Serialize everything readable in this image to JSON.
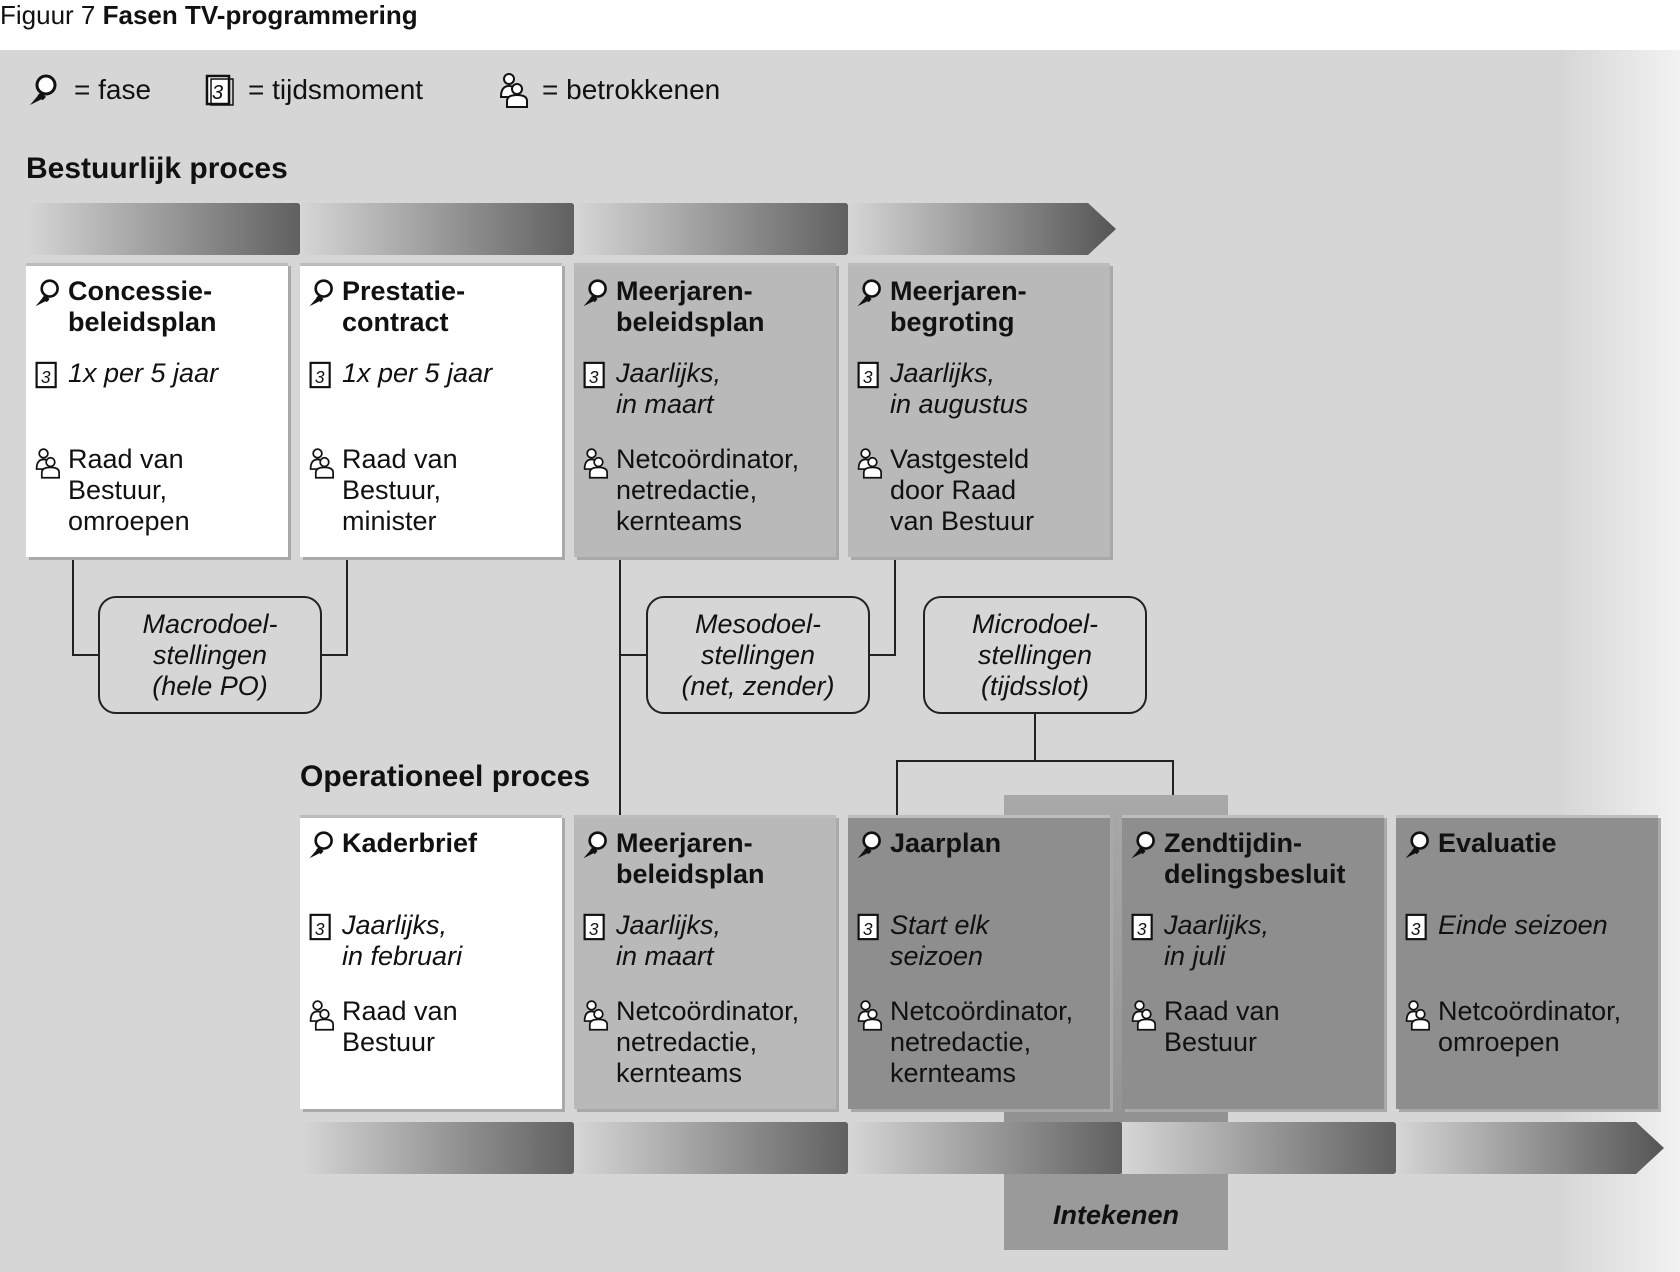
{
  "figure": {
    "prefix": "Figuur 7",
    "title": "Fasen TV-programmering"
  },
  "legend": [
    {
      "icon": "phase-icon",
      "label": "= fase"
    },
    {
      "icon": "calendar-icon",
      "label": "= tijdsmoment"
    },
    {
      "icon": "people-icon",
      "label": "= betrokkenen"
    }
  ],
  "sections": {
    "bestuurlijk": "Bestuurlijk proces",
    "operationeel": "Operationeel proces"
  },
  "bestuurlijk_boxes": [
    {
      "phase": "Concessie-\nbeleidsplan",
      "time": "1x per 5 jaar",
      "who": "Raad van\nBestuur,\nomroepen",
      "shade": "white"
    },
    {
      "phase": "Prestatie-\ncontract",
      "time": "1x per 5 jaar",
      "who": "Raad van\nBestuur,\nminister",
      "shade": "white"
    },
    {
      "phase": "Meerjaren-\nbeleidsplan",
      "time": "Jaarlijks,\nin maart",
      "who": "Netcoördinator,\nnetredactie,\nkernteams",
      "shade": "light"
    },
    {
      "phase": "Meerjaren-\nbegroting",
      "time": "Jaarlijks,\nin augustus",
      "who": "Vastgesteld\ndoor Raad\nvan Bestuur",
      "shade": "light"
    }
  ],
  "goals": [
    {
      "label": "Macrodoel-\nstellingen\n(hele PO)"
    },
    {
      "label": "Mesodoel-\nstellingen\n(net, zender)"
    },
    {
      "label": "Microdoel-\nstellingen\n(tijdsslot)"
    }
  ],
  "operationeel_boxes": [
    {
      "phase": "Kaderbrief",
      "time": "Jaarlijks,\nin februari",
      "who": "Raad van\nBestuur",
      "shade": "white"
    },
    {
      "phase": "Meerjaren-\nbeleidsplan",
      "time": "Jaarlijks,\nin maart",
      "who": "Netcoördinator,\nnetredactie,\nkernteams",
      "shade": "light"
    },
    {
      "phase": "Jaarplan",
      "time": "Start elk\nseizoen",
      "who": "Netcoördinator,\nnetredactie,\nkernteams",
      "shade": "dark"
    },
    {
      "phase": "Zendtijdin-\ndelingsbesluit",
      "time": "Jaarlijks,\nin juli",
      "who": "Raad van\nBestuur",
      "shade": "dark"
    },
    {
      "phase": "Evaluatie",
      "time": "Einde seizoen",
      "who": "Netcoördinator,\nomroepen",
      "shade": "dark"
    }
  ],
  "intekenen": "Intekenen",
  "colors": {
    "background": "#d6d6d6",
    "white_box": "#ffffff",
    "light_box": "#b9b9b9",
    "dark_box": "#8e8e8e",
    "line": "#222222"
  }
}
